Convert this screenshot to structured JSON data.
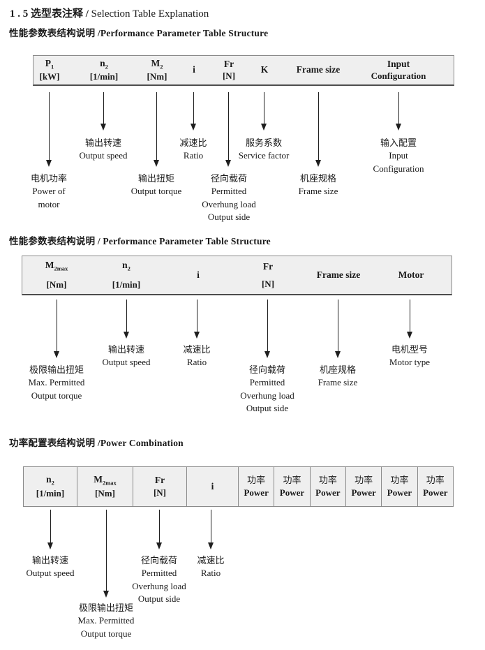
{
  "page": {
    "title_zh": "1 . 5 选型表注释 /",
    "title_en": " Selection Table Explanation"
  },
  "colors": {
    "table_bg": "#efefef",
    "table_border": "#8a8a8a",
    "text": "#1a1a1a"
  },
  "sections": [
    {
      "heading": "性能参数表结构说明 /Performance Parameter Table Structure",
      "table": {
        "columns": [
          {
            "sym": "P",
            "sub": "1",
            "unit": "[kW]"
          },
          {
            "sym": "n",
            "sub": "2",
            "unit": "[1/min]"
          },
          {
            "sym": "M",
            "sub": "2",
            "unit": "[Nm]"
          },
          {
            "sym": "i",
            "sub": "",
            "unit": ""
          },
          {
            "sym": "Fr",
            "sub": "",
            "unit": "[N]"
          },
          {
            "sym": "K",
            "sub": "",
            "unit": ""
          },
          {
            "sym": "Frame size",
            "sub": "",
            "unit": ""
          },
          {
            "sym": "Input",
            "sub": "",
            "unit": "Configuration"
          }
        ]
      },
      "callouts": [
        {
          "label": "电机功率\nPower of\nmotor"
        },
        {
          "label": "输出转速\nOutput speed"
        },
        {
          "label": "输出扭矩\nOutput torque"
        },
        {
          "label": "减速比\nRatio"
        },
        {
          "label": "径向载荷\nPermitted\nOverhung load\nOutput side"
        },
        {
          "label": "服务系数\nService factor"
        },
        {
          "label": "机座规格\nFrame size"
        },
        {
          "label": "输入配置\nInput\nConfiguration"
        }
      ]
    },
    {
      "heading": "性能参数表结构说明 / Performance Parameter Table Structure",
      "table": {
        "columns": [
          {
            "sym": "M",
            "sub": "2max",
            "unit": "[Nm]"
          },
          {
            "sym": "n",
            "sub": "2",
            "unit": "[1/min]"
          },
          {
            "sym": "i",
            "sub": "",
            "unit": ""
          },
          {
            "sym": "Fr",
            "sub": "",
            "unit": "[N]"
          },
          {
            "sym": "Frame size",
            "sub": "",
            "unit": ""
          },
          {
            "sym": "Motor",
            "sub": "",
            "unit": ""
          }
        ]
      },
      "callouts": [
        {
          "label": "极限输出扭矩\nMax. Permitted\nOutput torque"
        },
        {
          "label": "输出转速\nOutput speed"
        },
        {
          "label": "减速比\nRatio"
        },
        {
          "label": "径向载荷\nPermitted\nOverhung load\nOutput side"
        },
        {
          "label": "机座规格\nFrame size"
        },
        {
          "label": "电机型号\nMotor type"
        }
      ]
    },
    {
      "heading": "功率配置表结构说明 /Power Combination",
      "table": {
        "columns": [
          {
            "sym": "n",
            "sub": "2",
            "unit": "[1/min]"
          },
          {
            "sym": "M",
            "sub": "2max",
            "unit": "[Nm]"
          },
          {
            "sym": "Fr",
            "sub": "",
            "unit": "[N]"
          },
          {
            "sym": "i",
            "sub": "",
            "unit": ""
          }
        ],
        "power": {
          "zh": "功率",
          "en": "Power"
        }
      },
      "callouts": [
        {
          "label": "输出转速\nOutput speed"
        },
        {
          "label": "极限输出扭矩\nMax. Permitted\nOutput torque"
        },
        {
          "label": "径向载荷\nPermitted\nOverhung load\nOutput side"
        },
        {
          "label": "减速比\nRatio"
        }
      ]
    }
  ]
}
